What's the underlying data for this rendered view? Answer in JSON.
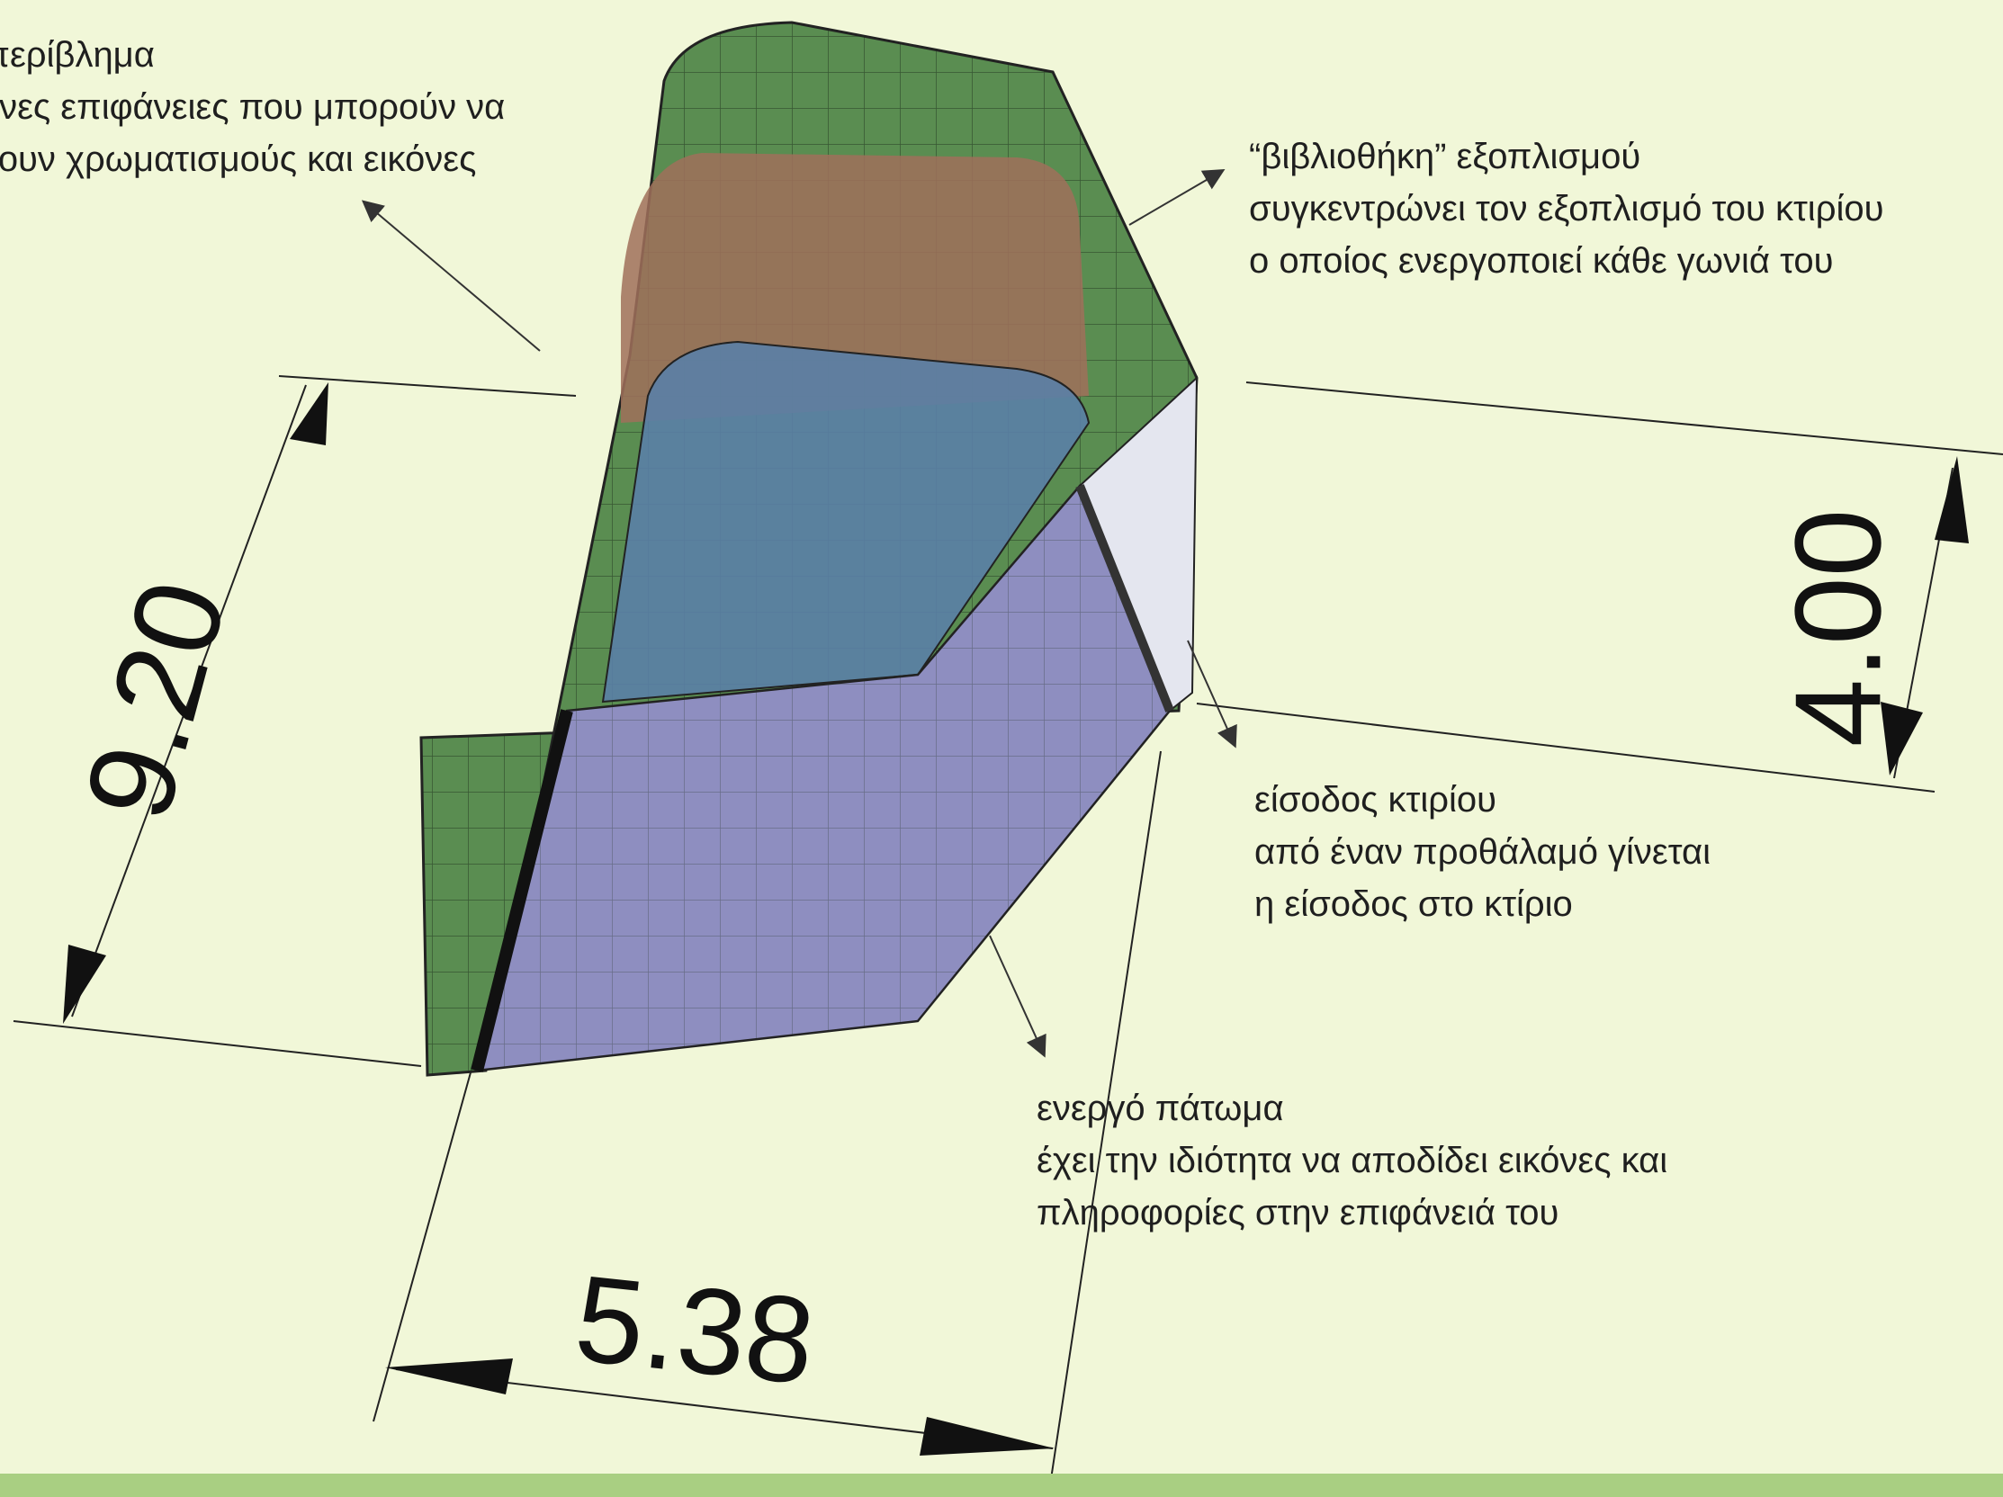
{
  "annotations": {
    "envelope": [
      "ό περίβλημα",
      "φανες επιφάνειες που μπορούν να",
      "άσουν χρωματισμούς και εικόνες"
    ],
    "library": [
      "“βιβλιοθήκη” εξοπλισμού",
      "συγκεντρώνει τον εξοπλισμό του κτιρίου",
      "ο οποίος ενεργοποιεί κάθε γωνιά του"
    ],
    "entrance": [
      "είσοδος κτιρίου",
      "από έναν προθάλαμό γίνεται",
      "η είσοδος στο κτίριο"
    ],
    "floor": [
      "ενεργό πάτωμα",
      "έχει την ιδιότητα να αποδίδει εικόνες και",
      "πληροφορίες στην επιφάνειά του"
    ]
  },
  "dimensions": {
    "length": "9.20",
    "height": "4.00",
    "width": "5.38"
  },
  "colors": {
    "background": "#f1f7d8",
    "envelope_green": "#3f7a3a",
    "library_brown": "#a0705a",
    "floor_blue": "#5a7fa6",
    "floor_lilac": "#8e8ec0",
    "ground": "#a9cf82"
  }
}
